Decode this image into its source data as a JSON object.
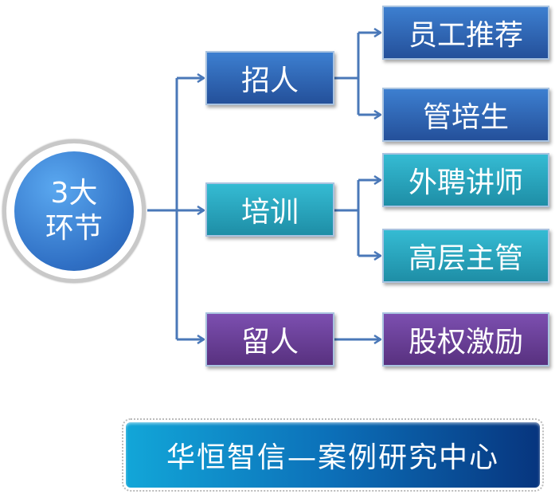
{
  "center": {
    "line1": "3大",
    "line2": "环节"
  },
  "branches": [
    {
      "label": "招人",
      "children": [
        "员工推荐",
        "管培生"
      ]
    },
    {
      "label": "培训",
      "children": [
        "外聘讲师",
        "高层主管"
      ]
    },
    {
      "label": "留人",
      "children": [
        "股权激励"
      ]
    }
  ],
  "banner": "华恒智信—案例研究中心",
  "colors": {
    "line": "#4a78b8",
    "blue": "#2e64b0",
    "teal": "#2aa7bf",
    "purple": "#6a3f9a"
  }
}
